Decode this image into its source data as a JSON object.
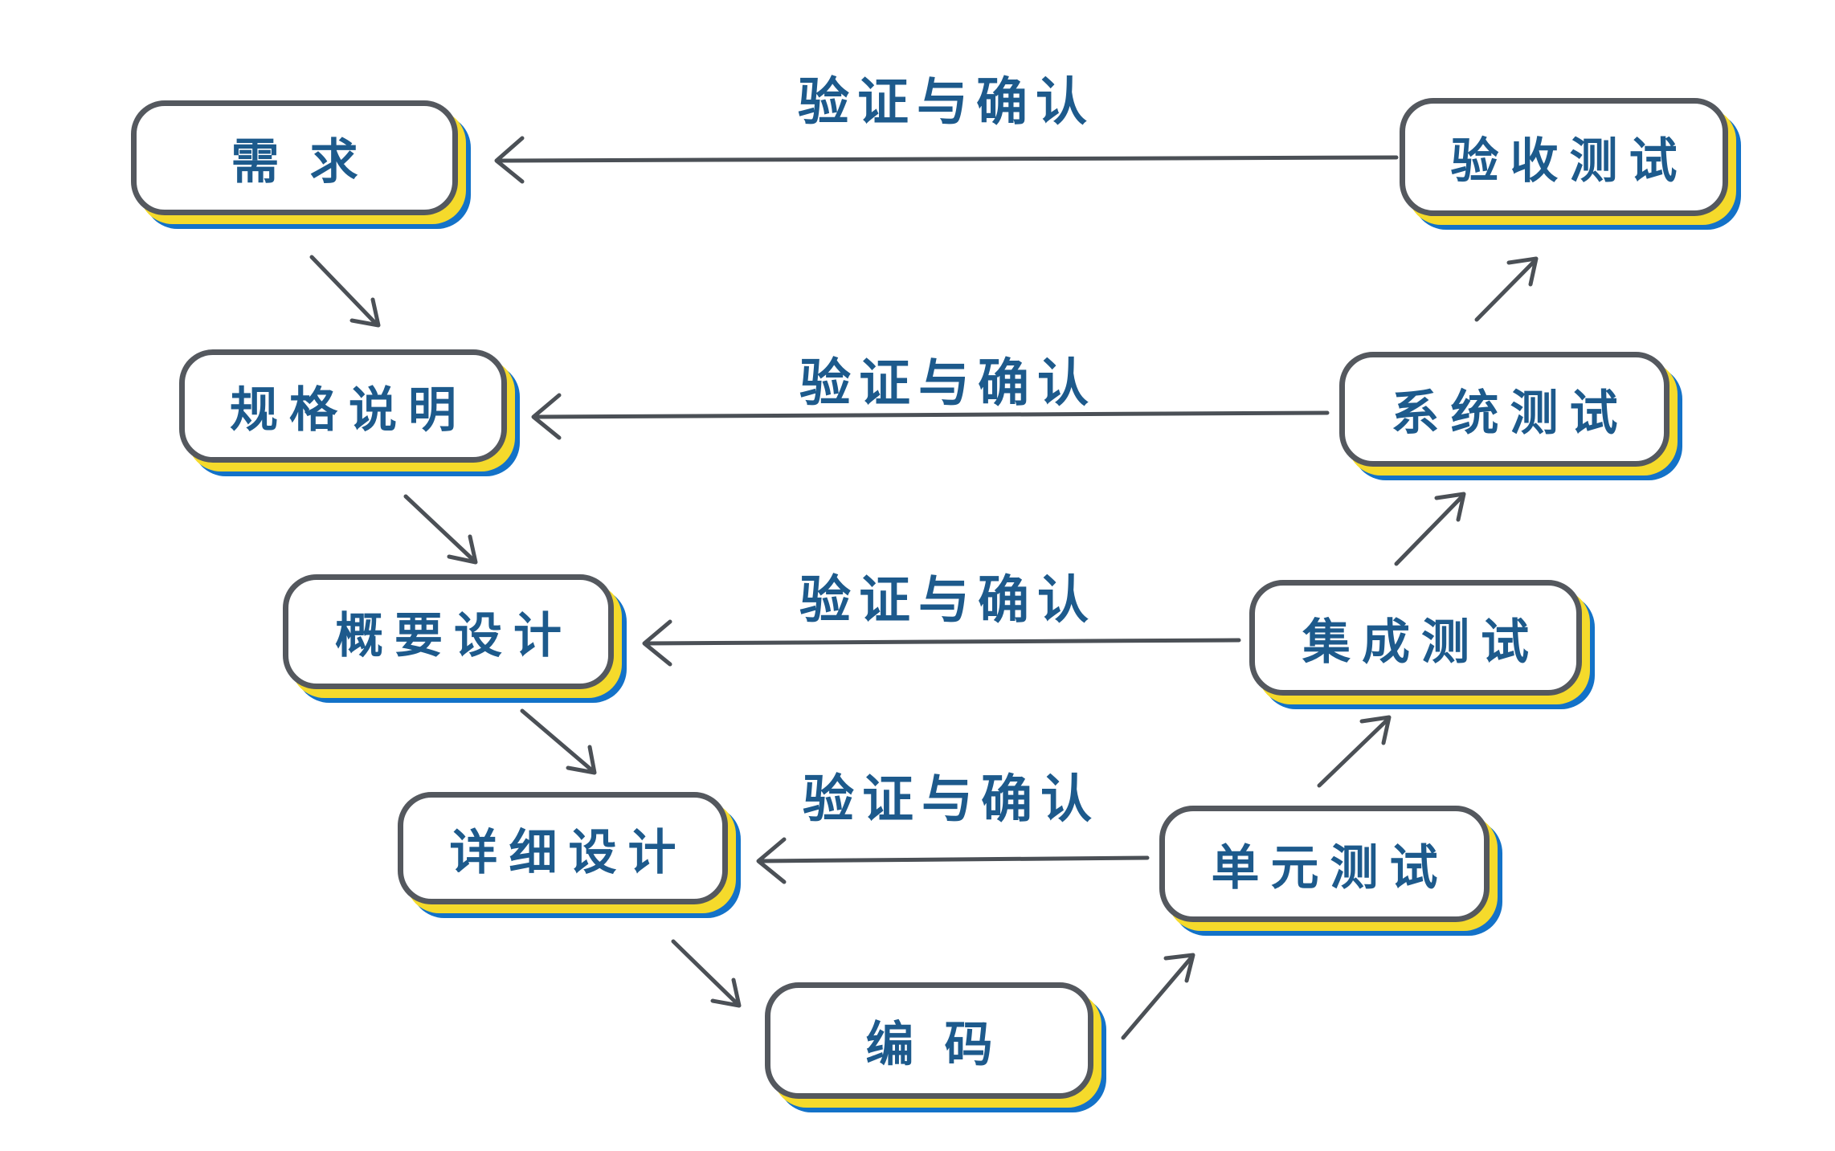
{
  "diagram": {
    "type": "v-model-process-diagram",
    "nodes": [
      {
        "id": "requirements",
        "label": "需求"
      },
      {
        "id": "specification",
        "label": "规格说明"
      },
      {
        "id": "high-level-design",
        "label": "概要设计"
      },
      {
        "id": "detailed-design",
        "label": "详细设计"
      },
      {
        "id": "coding",
        "label": "编码"
      },
      {
        "id": "unit-testing",
        "label": "单元测试"
      },
      {
        "id": "integration-testing",
        "label": "集成测试"
      },
      {
        "id": "system-testing",
        "label": "系统测试"
      },
      {
        "id": "acceptance-testing",
        "label": "验收测试"
      }
    ],
    "vv_labels": [
      "验证与确认",
      "验证与确认",
      "验证与确认",
      "验证与确认"
    ],
    "edges": [
      {
        "from": "requirements",
        "to": "specification",
        "kind": "flow-down"
      },
      {
        "from": "specification",
        "to": "high-level-design",
        "kind": "flow-down"
      },
      {
        "from": "high-level-design",
        "to": "detailed-design",
        "kind": "flow-down"
      },
      {
        "from": "detailed-design",
        "to": "coding",
        "kind": "flow-down"
      },
      {
        "from": "coding",
        "to": "unit-testing",
        "kind": "flow-up"
      },
      {
        "from": "unit-testing",
        "to": "integration-testing",
        "kind": "flow-up"
      },
      {
        "from": "integration-testing",
        "to": "system-testing",
        "kind": "flow-up"
      },
      {
        "from": "system-testing",
        "to": "acceptance-testing",
        "kind": "flow-up"
      },
      {
        "from": "acceptance-testing",
        "to": "requirements",
        "kind": "verify",
        "label": "验证与确认"
      },
      {
        "from": "system-testing",
        "to": "specification",
        "kind": "verify",
        "label": "验证与确认"
      },
      {
        "from": "integration-testing",
        "to": "high-level-design",
        "kind": "verify",
        "label": "验证与确认"
      },
      {
        "from": "unit-testing",
        "to": "detailed-design",
        "kind": "verify",
        "label": "验证与确认"
      }
    ],
    "colors": {
      "background": "#ffffff",
      "node_fill": "#ffffff",
      "node_border": "#54585e",
      "shadow_yellow": "#f5da2b",
      "shadow_blue": "#1372c8",
      "text_blue": "#1d5a8c",
      "arrow_gray": "#4b5056"
    }
  }
}
